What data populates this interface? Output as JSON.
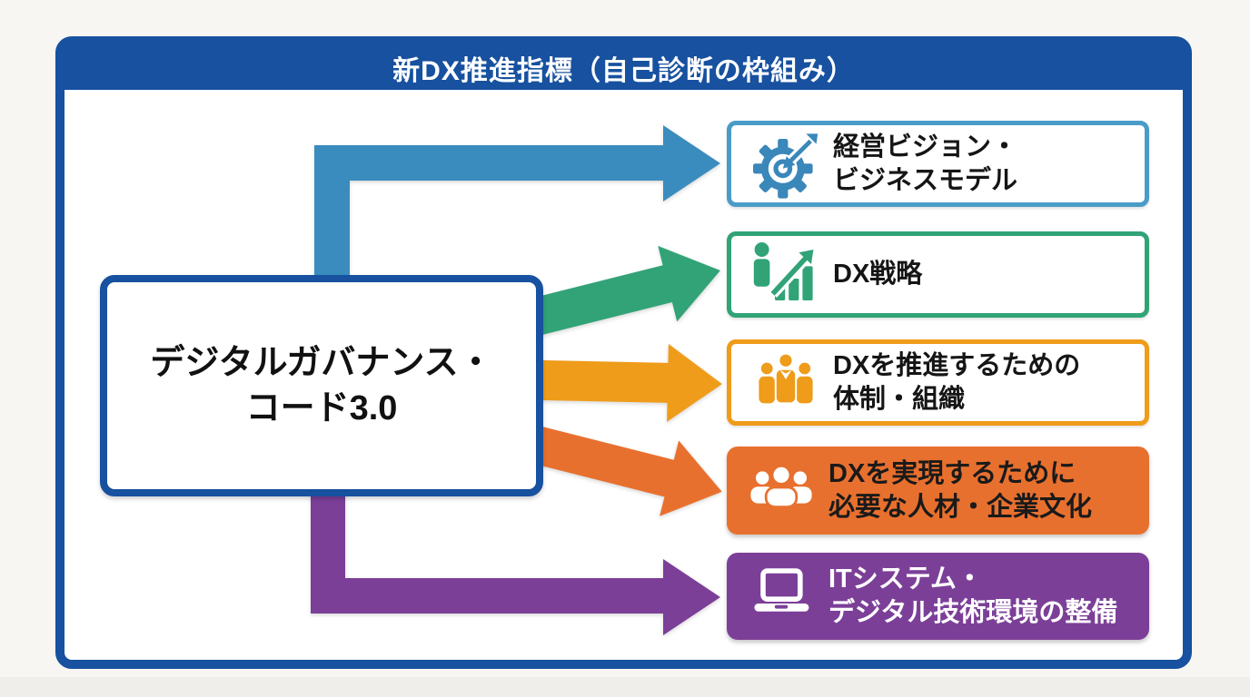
{
  "frame": {
    "border_color": "#17519f",
    "background": "#ffffff"
  },
  "header": {
    "title": "新DX推進指標（自己診断の枠組み）",
    "background": "#17519f",
    "text_color": "#ffffff"
  },
  "source": {
    "line1": "デジタルガバナンス・",
    "line2": "コード3.0",
    "border_color": "#17519f",
    "text_color": "#111111"
  },
  "targets": [
    {
      "line1": "経営ビジョン・",
      "line2": "ビジネスモデル",
      "variant": "outline",
      "border_color": "#4a9cc8",
      "icon": "target-gear-icon",
      "icon_color": "#3a87ba",
      "text_color": "#151515"
    },
    {
      "line1": "DX戦略",
      "line2": "",
      "variant": "outline",
      "border_color": "#31a377",
      "icon": "growth-chart-icon",
      "icon_color": "#31a377",
      "text_color": "#151515"
    },
    {
      "line1": "DXを推進するための",
      "line2": "体制・組織",
      "variant": "outline",
      "border_color": "#ee9c1a",
      "icon": "team-icon",
      "icon_color": "#ee9c1a",
      "text_color": "#151515"
    },
    {
      "line1": "DXを実現するために",
      "line2": "必要な人材・企業文化",
      "variant": "filled",
      "fill_color": "#e8702e",
      "icon": "people-icon",
      "icon_color": "#ffffff",
      "text_color": "#1a1a1a"
    },
    {
      "line1": "ITシステム・",
      "line2": "デジタル技術環境の整備",
      "variant": "filled",
      "fill_color": "#7c3f98",
      "icon": "laptop-icon",
      "icon_color": "#ffffff",
      "text_color": "#ffffff"
    }
  ],
  "arrows": [
    {
      "name": "arrow-to-management-vision",
      "color": "#3a8cbe"
    },
    {
      "name": "arrow-to-dx-strategy",
      "color": "#31a377"
    },
    {
      "name": "arrow-to-organization",
      "color": "#ee9c1a"
    },
    {
      "name": "arrow-to-talent-culture",
      "color": "#e8702e"
    },
    {
      "name": "arrow-to-it-systems",
      "color": "#7c3f98"
    }
  ]
}
